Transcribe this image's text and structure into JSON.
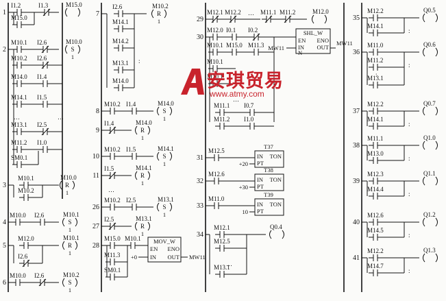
{
  "watermark": {
    "brand": "安琪贸易",
    "url": "www.atmy.com",
    "color": "#c8232c"
  },
  "columns": [
    {
      "rungs": [
        {
          "num": "1",
          "c1": "I1.2",
          "c2": "I1.3",
          "coil": "M15.0",
          "mark": "",
          "note": "",
          "p1": "M15.0"
        },
        {
          "num": "2",
          "c1": "M10.1",
          "c2": "I2.6",
          "coil": "M10.0",
          "mark": "S",
          "note": "1",
          "branches": [
            "M10.2 / I2.6",
            "M14.0 / I1.4",
            "M14.1 / I1.5",
            "M13.1 / I2.5",
            "M11.2 / I1.0",
            "SM0.1"
          ]
        },
        {
          "num": "3",
          "c1": "M10.1",
          "c2": "",
          "coil": "M10.0",
          "mark": "R",
          "note": "1",
          "p1": "M10.2"
        },
        {
          "num": "4",
          "c1": "M10.0",
          "c2": "I2.6",
          "coil": "M10.1",
          "mark": "S",
          "note": "1"
        },
        {
          "num": "5",
          "c1": "M12.0",
          "c2": "",
          "coil": "M10.1",
          "mark": "R",
          "note": "1",
          "p1": "I2.6"
        },
        {
          "num": "6",
          "c1": "M10.0",
          "c2": "I2.6",
          "coil": "M10.2",
          "mark": "S",
          "note": "1"
        }
      ]
    },
    {
      "rungs": [
        {
          "num": "7",
          "c1": "I2.6",
          "c2": "",
          "coil": "M10.2",
          "mark": "R",
          "note": "1",
          "branches": [
            "M14.1",
            "M14.2",
            "M13.1",
            "M14.0"
          ]
        },
        {
          "num": "8",
          "c1": "M10.2",
          "c2": "I1.4",
          "coil": "M14.0",
          "mark": "S",
          "note": "1"
        },
        {
          "num": "9",
          "c1": "I1.4",
          "c2": "",
          "coil": "M14.0",
          "mark": "R",
          "note": "1"
        },
        {
          "num": "10",
          "c1": "M10.2",
          "c2": "I1.5",
          "coil": "M14.1",
          "mark": "S",
          "note": "1"
        },
        {
          "num": "11",
          "c1": "I1.5",
          "c2": "",
          "coil": "M14.1",
          "mark": "R",
          "note": "1"
        },
        {
          "num": "26",
          "c1": "M10.2",
          "c2": "I2.5",
          "coil": "M13.1",
          "mark": "S",
          "note": "1"
        },
        {
          "num": "27",
          "c1": "I2.5",
          "c2": "",
          "coil": "M13.1",
          "mark": "R",
          "note": "1"
        },
        {
          "num": "28",
          "c1": "M15.0",
          "c2": "M10.1",
          "block": "MOV_W",
          "en": "EN",
          "eno": "ENO",
          "in": "IN",
          "out": "OUT",
          "in_val": "+0",
          "out_val": "MW11",
          "p1": "M11.3",
          "p2": "SM0.1"
        }
      ]
    },
    {
      "rungs": [
        {
          "num": "29",
          "c1": "M12.1",
          "c2": "M12.2",
          "c3": "M11.1",
          "c4": "M11.2",
          "coil": "M12.0",
          "mark": ""
        },
        {
          "num": "30",
          "c1": "M12.0",
          "c2": "I0.1",
          "c3": "I0.2",
          "block": "SHL_W",
          "en": "EN",
          "eno": "ENO",
          "in": "IN",
          "out": "OUT",
          "n": "N",
          "in_val": "MW11",
          "out_val": "MW11",
          "branches": [
            "M10.1 M15.0 M11.3",
            "M10.1",
            "M11.1 I0.7",
            "M11.2 I1.0"
          ]
        },
        {
          "num": "31",
          "c1": "M12.5",
          "timer": "T37",
          "tin": "IN",
          "tton": "TON",
          "pt": "PT",
          "pv": "+20"
        },
        {
          "num": "32",
          "c1": "M12.6",
          "timer": "T38",
          "tin": "IN",
          "tton": "TON",
          "pt": "PT",
          "pv": "+30"
        },
        {
          "num": "33",
          "c1": "M11.0",
          "timer": "T39",
          "tin": "IN",
          "tton": "TON",
          "pt": "PT",
          "pv": "10"
        },
        {
          "num": "34",
          "c1": "M12.1",
          "coil": "Q0.4",
          "mark": "",
          "branches": [
            "M12.5",
            "M13.1"
          ]
        }
      ]
    },
    {
      "rungs": [
        {
          "num": "35",
          "c1": "M12.2",
          "coil": "Q0.5",
          "p1": "M14.1"
        },
        {
          "num": "36",
          "c1": "M11.0",
          "coil": "Q0.6",
          "p1": "M11.2",
          "p2": "M13.1"
        },
        {
          "num": "37",
          "c1": "M12.2",
          "coil": "Q0.7",
          "p1": "M14.1"
        },
        {
          "num": "38",
          "c1": "M11.1",
          "coil": "Q1.0",
          "p1": "M13.0"
        },
        {
          "num": "39",
          "c1": "M12.3",
          "coil": "Q1.1",
          "p1": "M14.4"
        },
        {
          "num": "40",
          "c1": "M12.6",
          "coil": "Q1.2",
          "p1": "M14.5"
        },
        {
          "num": "41",
          "c1": "M12.2",
          "coil": "Q1.3",
          "p1": "M14.7"
        }
      ]
    }
  ],
  "ellipsis": "…"
}
